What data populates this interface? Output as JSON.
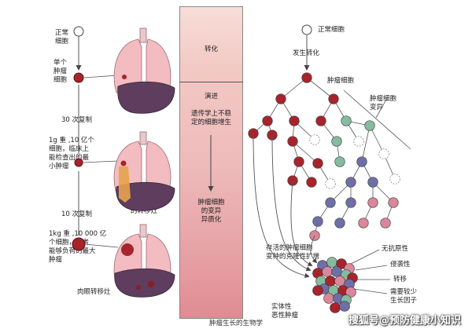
{
  "left": {
    "normal_cell": "正常\n细胞",
    "single_tumor_cell": "单个\n肿瘤\n细胞",
    "rep30": "30 次复制",
    "min_tumor": "1g 重 ,10 亿个\n细胞，临床上\n能检查出的最\n小肿瘤",
    "micro_metastasis": "显微镜下\n的转移灶",
    "rep10": "10 次复制",
    "max_tumor": "1kg 重 ,10 000 亿\n个细胞，患者\n能够负荷的最大\n肿瘤",
    "gross_metastasis": "肉眼转移灶"
  },
  "column": {
    "transformation": "转化",
    "progression": "演进",
    "genetic_instability": "遗传学上不稳\n定的细胞增生",
    "variation": "肿瘤细胞\n的变异\n异质化"
  },
  "right": {
    "normal_cell": "正常细胞",
    "malignant_transformation": "发生转化",
    "tumor_cell": "肿瘤细胞",
    "tumor_cell_variation": "肿瘤细胞\n变异",
    "surviving_clones": "存活的肿瘤细胞\n变种的克隆性扩增",
    "solid_tumor": "实体性\n恶性肿瘤",
    "antigenicity": "无抗原性",
    "invasion": "侵袭性",
    "metastasis": "转移",
    "growth_factor": "需要较少\n生长因子"
  },
  "caption": "肿瘤生长的生物学",
  "watermark": "搜狐号@预防健康小知识",
  "colors": {
    "tumor_red": "#a8232a",
    "teal": "#86bba0",
    "blue_purple": "#6f6fa8",
    "pink": "#d9879b",
    "lung_pink": "#f2bcc0",
    "liver": "#5e3d5e",
    "column_top": "#f7ddd8",
    "column_bottom": "#df8b93"
  }
}
